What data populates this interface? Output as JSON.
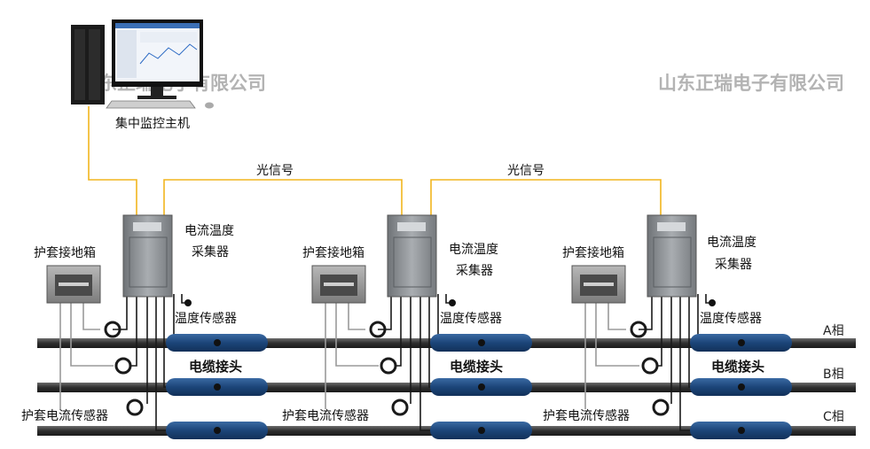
{
  "watermark": [
    "山东正瑞电子有限公司",
    "山东正瑞电子有限公司"
  ],
  "host": {
    "label": "集中监控主机"
  },
  "fiber": {
    "label": "光信号"
  },
  "unit": {
    "collector_line1": "电流温度",
    "collector_line2": "采集器",
    "grounding_box": "护套接地箱",
    "temp_sensor": "温度传感器",
    "cable_joint": "电缆接头",
    "sheath_sensor": "护套电流传感器"
  },
  "phases": [
    "A相",
    "B相",
    "C相"
  ],
  "colors": {
    "fiber": "#f2b51e",
    "cable": "#3d3d3d",
    "joint": "#1e4a7c",
    "collector": "#8e9296",
    "wire_dark": "#1a1a1a",
    "wire_gray": "#9a9a9a"
  }
}
